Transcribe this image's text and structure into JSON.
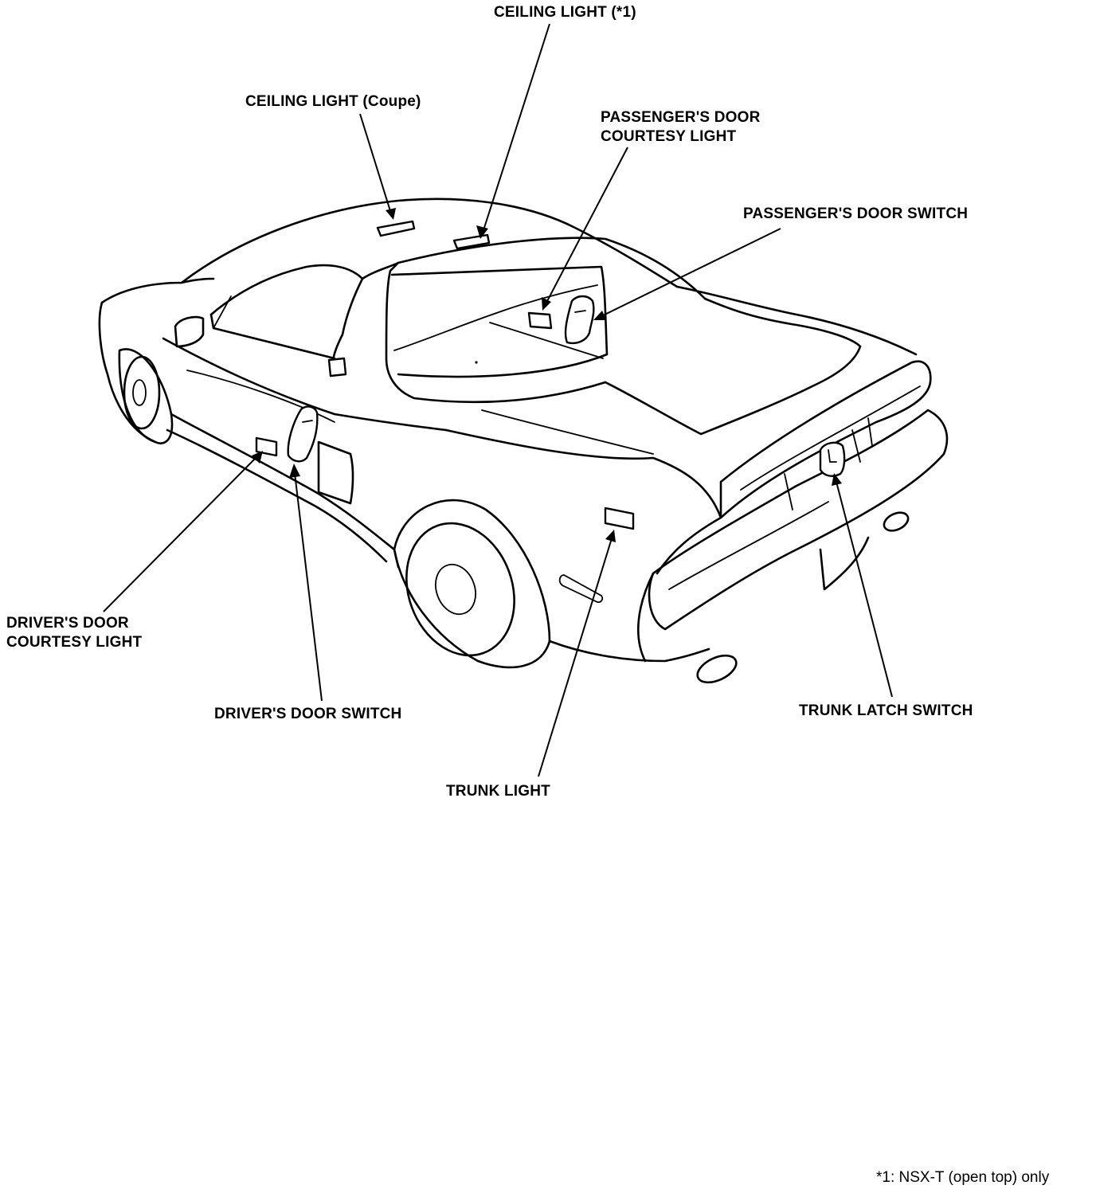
{
  "labels": {
    "ceiling_light_open": "CEILING LIGHT (*1)",
    "ceiling_light_coupe": "CEILING LIGHT (Coupe)",
    "passenger_courtesy_line1": "PASSENGER'S DOOR",
    "passenger_courtesy_line2": "COURTESY LIGHT",
    "passenger_switch": "PASSENGER'S DOOR SWITCH",
    "driver_courtesy_line1": "DRIVER'S DOOR",
    "driver_courtesy_line2": "COURTESY LIGHT",
    "driver_switch": "DRIVER'S DOOR SWITCH",
    "trunk_latch_switch": "TRUNK LATCH SWITCH",
    "trunk_light": "TRUNK LIGHT"
  },
  "footnote": "*1: NSX-T (open top) only"
}
